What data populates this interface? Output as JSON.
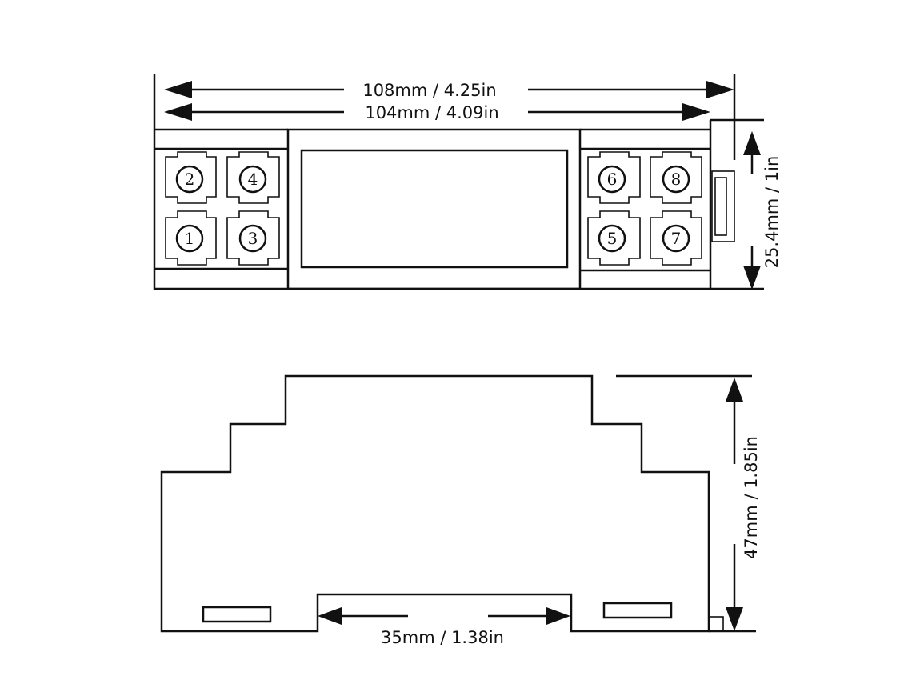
{
  "dimensions": {
    "total_width": "108mm / 4.25in",
    "body_width": "104mm / 4.09in",
    "height_top": "25.4mm / 1in",
    "depth": "47mm / 1.85in",
    "rail_width": "35mm / 1.38in"
  },
  "terminals": {
    "left_top": [
      "2",
      "4"
    ],
    "left_bottom": [
      "1",
      "3"
    ],
    "right_top": [
      "6",
      "8"
    ],
    "right_bottom": [
      "5",
      "7"
    ]
  }
}
